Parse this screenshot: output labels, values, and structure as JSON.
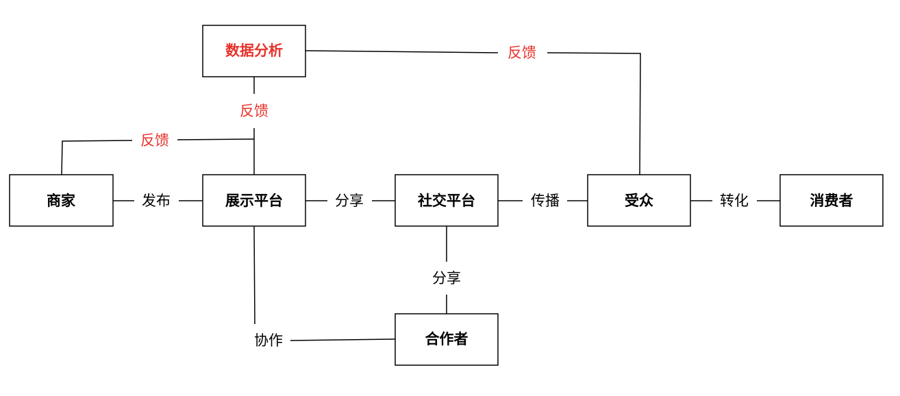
{
  "colors": {
    "normal": "#000000",
    "highlight": "#e8322b"
  },
  "nodes": {
    "data_analysis": "数据分析",
    "merchant": "商家",
    "display_platform": "展示平台",
    "social_platform": "社交平台",
    "audience": "受众",
    "consumer": "消费者",
    "partner": "合作者"
  },
  "edges": {
    "publish": "发布",
    "share_1": "分享",
    "spread": "传播",
    "convert": "转化",
    "share_2": "分享",
    "collaborate": "协作",
    "feedback_audience": "反馈",
    "feedback_display": "反馈",
    "feedback_merchant": "反馈"
  }
}
